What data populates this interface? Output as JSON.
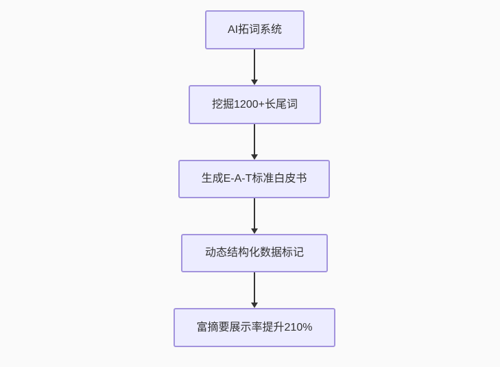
{
  "diagram": {
    "type": "flowchart",
    "direction": "top-down",
    "nodes": [
      {
        "id": "A",
        "label": "AI拓词系统"
      },
      {
        "id": "B",
        "label": "挖掘1200+长尾词"
      },
      {
        "id": "C",
        "label": "生成E-A-T标准白皮书"
      },
      {
        "id": "D",
        "label": "动态结构化数据标记"
      },
      {
        "id": "E",
        "label": "富摘要展示率提升210%"
      }
    ],
    "edges": [
      {
        "from": "A",
        "to": "B"
      },
      {
        "from": "B",
        "to": "C"
      },
      {
        "from": "C",
        "to": "D"
      },
      {
        "from": "D",
        "to": "E"
      }
    ],
    "colors": {
      "background": "#fafafa",
      "node_fill": "#ECECFF",
      "node_border": "#a293dd",
      "text": "#333333",
      "arrow": "#333333"
    }
  }
}
